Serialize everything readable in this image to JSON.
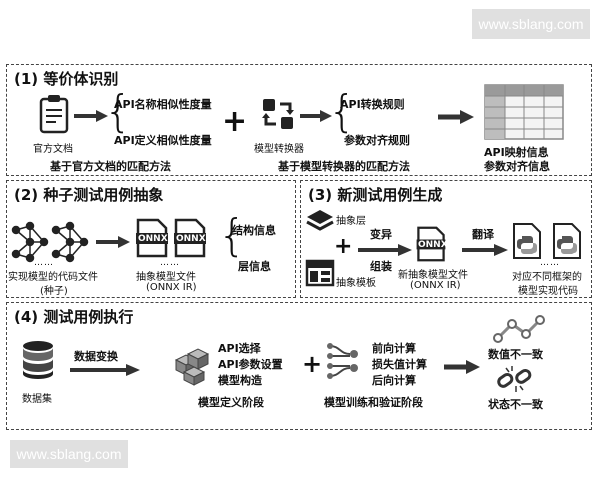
{
  "watermark": {
    "top": "www.sblang.com",
    "bottom": "www.sblang.com"
  },
  "section1": {
    "title": "(1) 等价体识别",
    "doc_label": "官方文档",
    "metrics": [
      "API名称相似性度量",
      "API定义相似性度量"
    ],
    "method1": "基于官方文档的匹配方法",
    "converter_label": "模型转换器",
    "rules": [
      "API转换规则",
      "参数对齐规则"
    ],
    "method2": "基于模型转换器的匹配方法",
    "result": [
      "API映射信息",
      "参数对齐信息"
    ]
  },
  "section2": {
    "title": "(2) 种子测试用例抽象",
    "seed_label": "实现模型的代码文件",
    "seed_sub": "(种子)",
    "onnx_badge": "ONNX",
    "abstract_label": "抽象模型文件",
    "abstract_sub": "(ONNX IR)",
    "info": [
      "结构信息",
      "层信息"
    ]
  },
  "section3": {
    "title": "(3) 新测试用例生成",
    "layer_label": "抽象层",
    "template_label": "抽象模板",
    "mutate": "变异",
    "assemble": "组装",
    "onnx_badge": "ONNX",
    "new_label": "新抽象模型文件",
    "new_sub": "(ONNX IR)",
    "translate": "翻译",
    "target_label": "对应不同框架的",
    "target_sub": "模型实现代码"
  },
  "section4": {
    "title": "(4) 测试用例执行",
    "transform": "数据变换",
    "dataset": "数据集",
    "model_steps": [
      "API选择",
      "API参数设置",
      "模型构造"
    ],
    "phase1": "模型定义阶段",
    "train_steps": [
      "前向计算",
      "损失值计算",
      "后向计算"
    ],
    "phase2": "模型训练和验证阶段",
    "outcomes": [
      "数值不一致",
      "状态不一致"
    ]
  }
}
